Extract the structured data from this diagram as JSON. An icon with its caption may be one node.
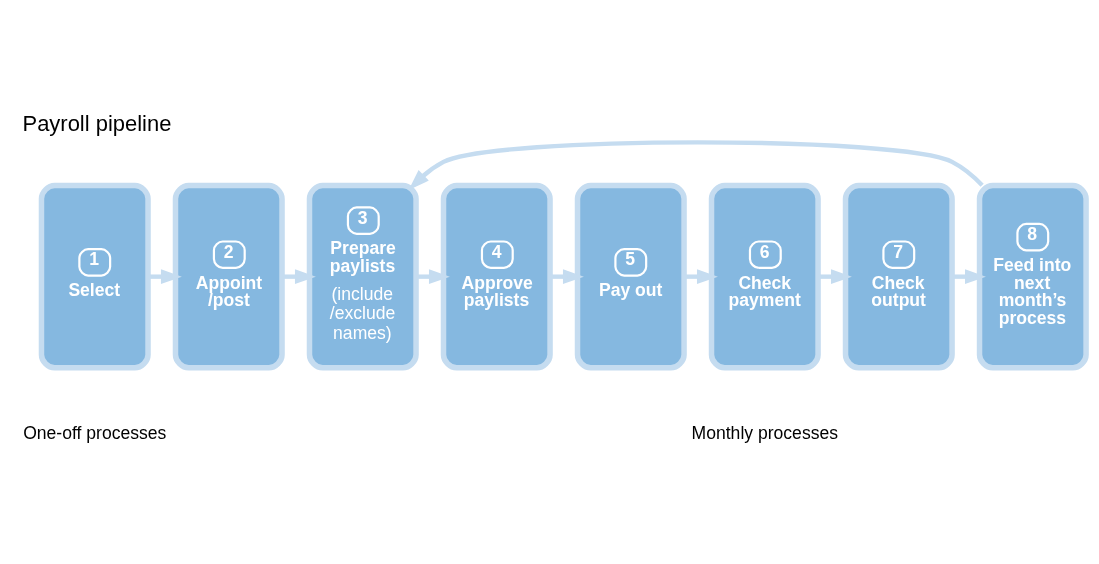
{
  "diagram": {
    "title": "Payroll pipeline",
    "nodes": [
      {
        "text": [
          "1",
          "Select"
        ]
      },
      {
        "text": [
          "2",
          "Appoint /post"
        ]
      },
      {
        "text": [
          "3",
          "Prepare paylists",
          "(include /exclude names)"
        ]
      },
      {
        "text": [
          "4",
          "Approve paylists"
        ]
      },
      {
        "text": [
          "5",
          "Pay out"
        ]
      },
      {
        "text": [
          "6",
          "Check payment"
        ]
      },
      {
        "text": [
          "7",
          "Check output"
        ]
      },
      {
        "text": [
          "8",
          "Feed into next month’s process"
        ]
      }
    ],
    "edges": [
      {
        "from": 0,
        "to": 1,
        "arrow": "to"
      },
      {
        "from": 1,
        "to": 2,
        "arrow": "to"
      },
      {
        "from": 2,
        "to": 3,
        "arrow": "to"
      },
      {
        "from": 3,
        "to": 4,
        "arrow": "to"
      },
      {
        "from": 4,
        "to": 5,
        "arrow": "to"
      },
      {
        "from": 5,
        "to": 6,
        "arrow": "to"
      },
      {
        "from": 6,
        "to": 7,
        "arrow": "to"
      },
      {
        "from": 7,
        "to": 2,
        "arrow": "to"
      }
    ],
    "labels": [
      "One-off processes",
      "Monthly processes"
    ]
  }
}
